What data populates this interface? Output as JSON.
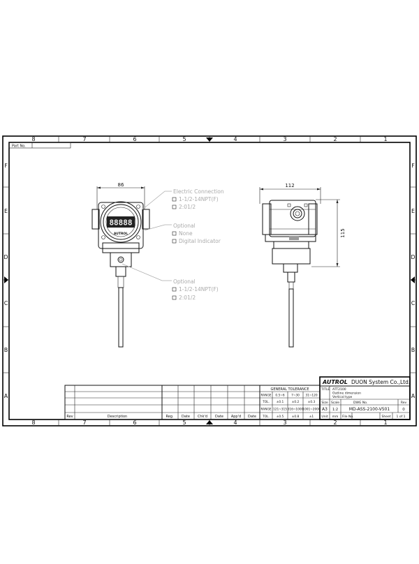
{
  "border": {
    "columns_top": [
      "8",
      "7",
      "6",
      "5",
      "4",
      "3",
      "2",
      "1"
    ],
    "columns_bottom": [
      "8",
      "7",
      "6",
      "5",
      "4",
      "3",
      "2",
      "1"
    ],
    "rows_left": [
      "F",
      "E",
      "D",
      "C",
      "B",
      "A"
    ],
    "rows_right": [
      "F",
      "E",
      "D",
      "C",
      "B",
      "A"
    ],
    "part_no_label": "Part No."
  },
  "front_view": {
    "width_dim": "86",
    "display_digits": "88888",
    "brand_label": "AUTROL"
  },
  "side_view": {
    "width_dim": "112",
    "height_dim": "115"
  },
  "callouts": {
    "electric": {
      "title": "Electric Connection",
      "opt1": "1-1/2-14NPT(F)",
      "opt2": "2:01/2"
    },
    "optional_display": {
      "title": "Optional",
      "opt1": "None",
      "opt2": "Digital Indicator"
    },
    "optional_process": {
      "title": "Optional",
      "opt1": "1-1/2-14NPT(F)",
      "opt2": "2:01/2"
    }
  },
  "title_block": {
    "brand": "AUTROL",
    "company": "DUON System Co.,Ltd.",
    "title_label": "TITLE",
    "title_lines": [
      "ATT2100",
      "Outline dimension",
      "Vertical type"
    ],
    "size_label": "Size",
    "size_value": "A3",
    "scale_label": "Scale",
    "scale_value": "1:2",
    "dwg_label": "DWG No.",
    "dwg_value": "MD-ASS-2100-V501",
    "rev_label": "Rev",
    "rev_value": "0",
    "unit_label": "Unit",
    "unit_value": "mm",
    "file_label": "File No.",
    "sheet_label": "Sheet",
    "sheet_value": "1 of 1"
  },
  "tolerance": {
    "heading": "GENERAL TOLERANCE",
    "row1": [
      "RANGE",
      "0.5~6",
      "7~30",
      "31~120"
    ],
    "row2": [
      "TOL.",
      "±0.1",
      "±0.2",
      "±0.3"
    ],
    "row3": [
      "RANGE",
      "121~315",
      "316~1000",
      "1001~2000"
    ],
    "row4": [
      "TOL.",
      "±0.5",
      "±0.8",
      "±1"
    ]
  },
  "revision_block": {
    "rev_col": "Rev",
    "desc_col": "Description",
    "reg_col": "Reg.",
    "date_col": "Date",
    "chkd_col": "Chk'd",
    "date2_col": "Date",
    "appd_col": "App'd",
    "date3_col": "Date"
  }
}
